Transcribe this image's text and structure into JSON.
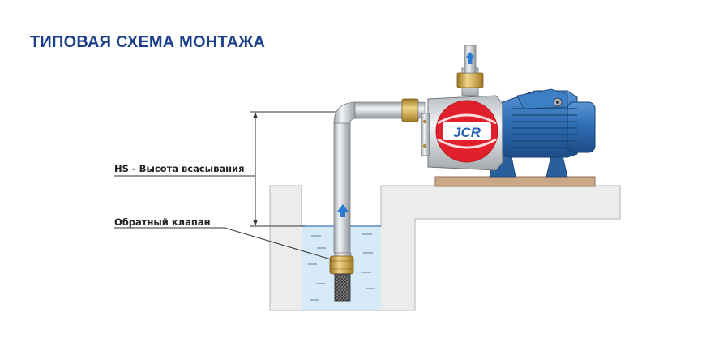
{
  "title": "ТИПОВАЯ СХЕМА МОНТАЖА",
  "labels": {
    "suction_height": "HS - Высота всасывания",
    "check_valve": "Обратный клапан"
  },
  "logo_text": "JCR",
  "colors": {
    "title": "#1b3f8a",
    "text": "#222222",
    "water": "#d6ebf7",
    "ground": "#ececec",
    "motor": "#2f6fb5",
    "logo_red": "#e0202a",
    "brass": "#c9a040",
    "arrow": "#2c7ad2"
  }
}
